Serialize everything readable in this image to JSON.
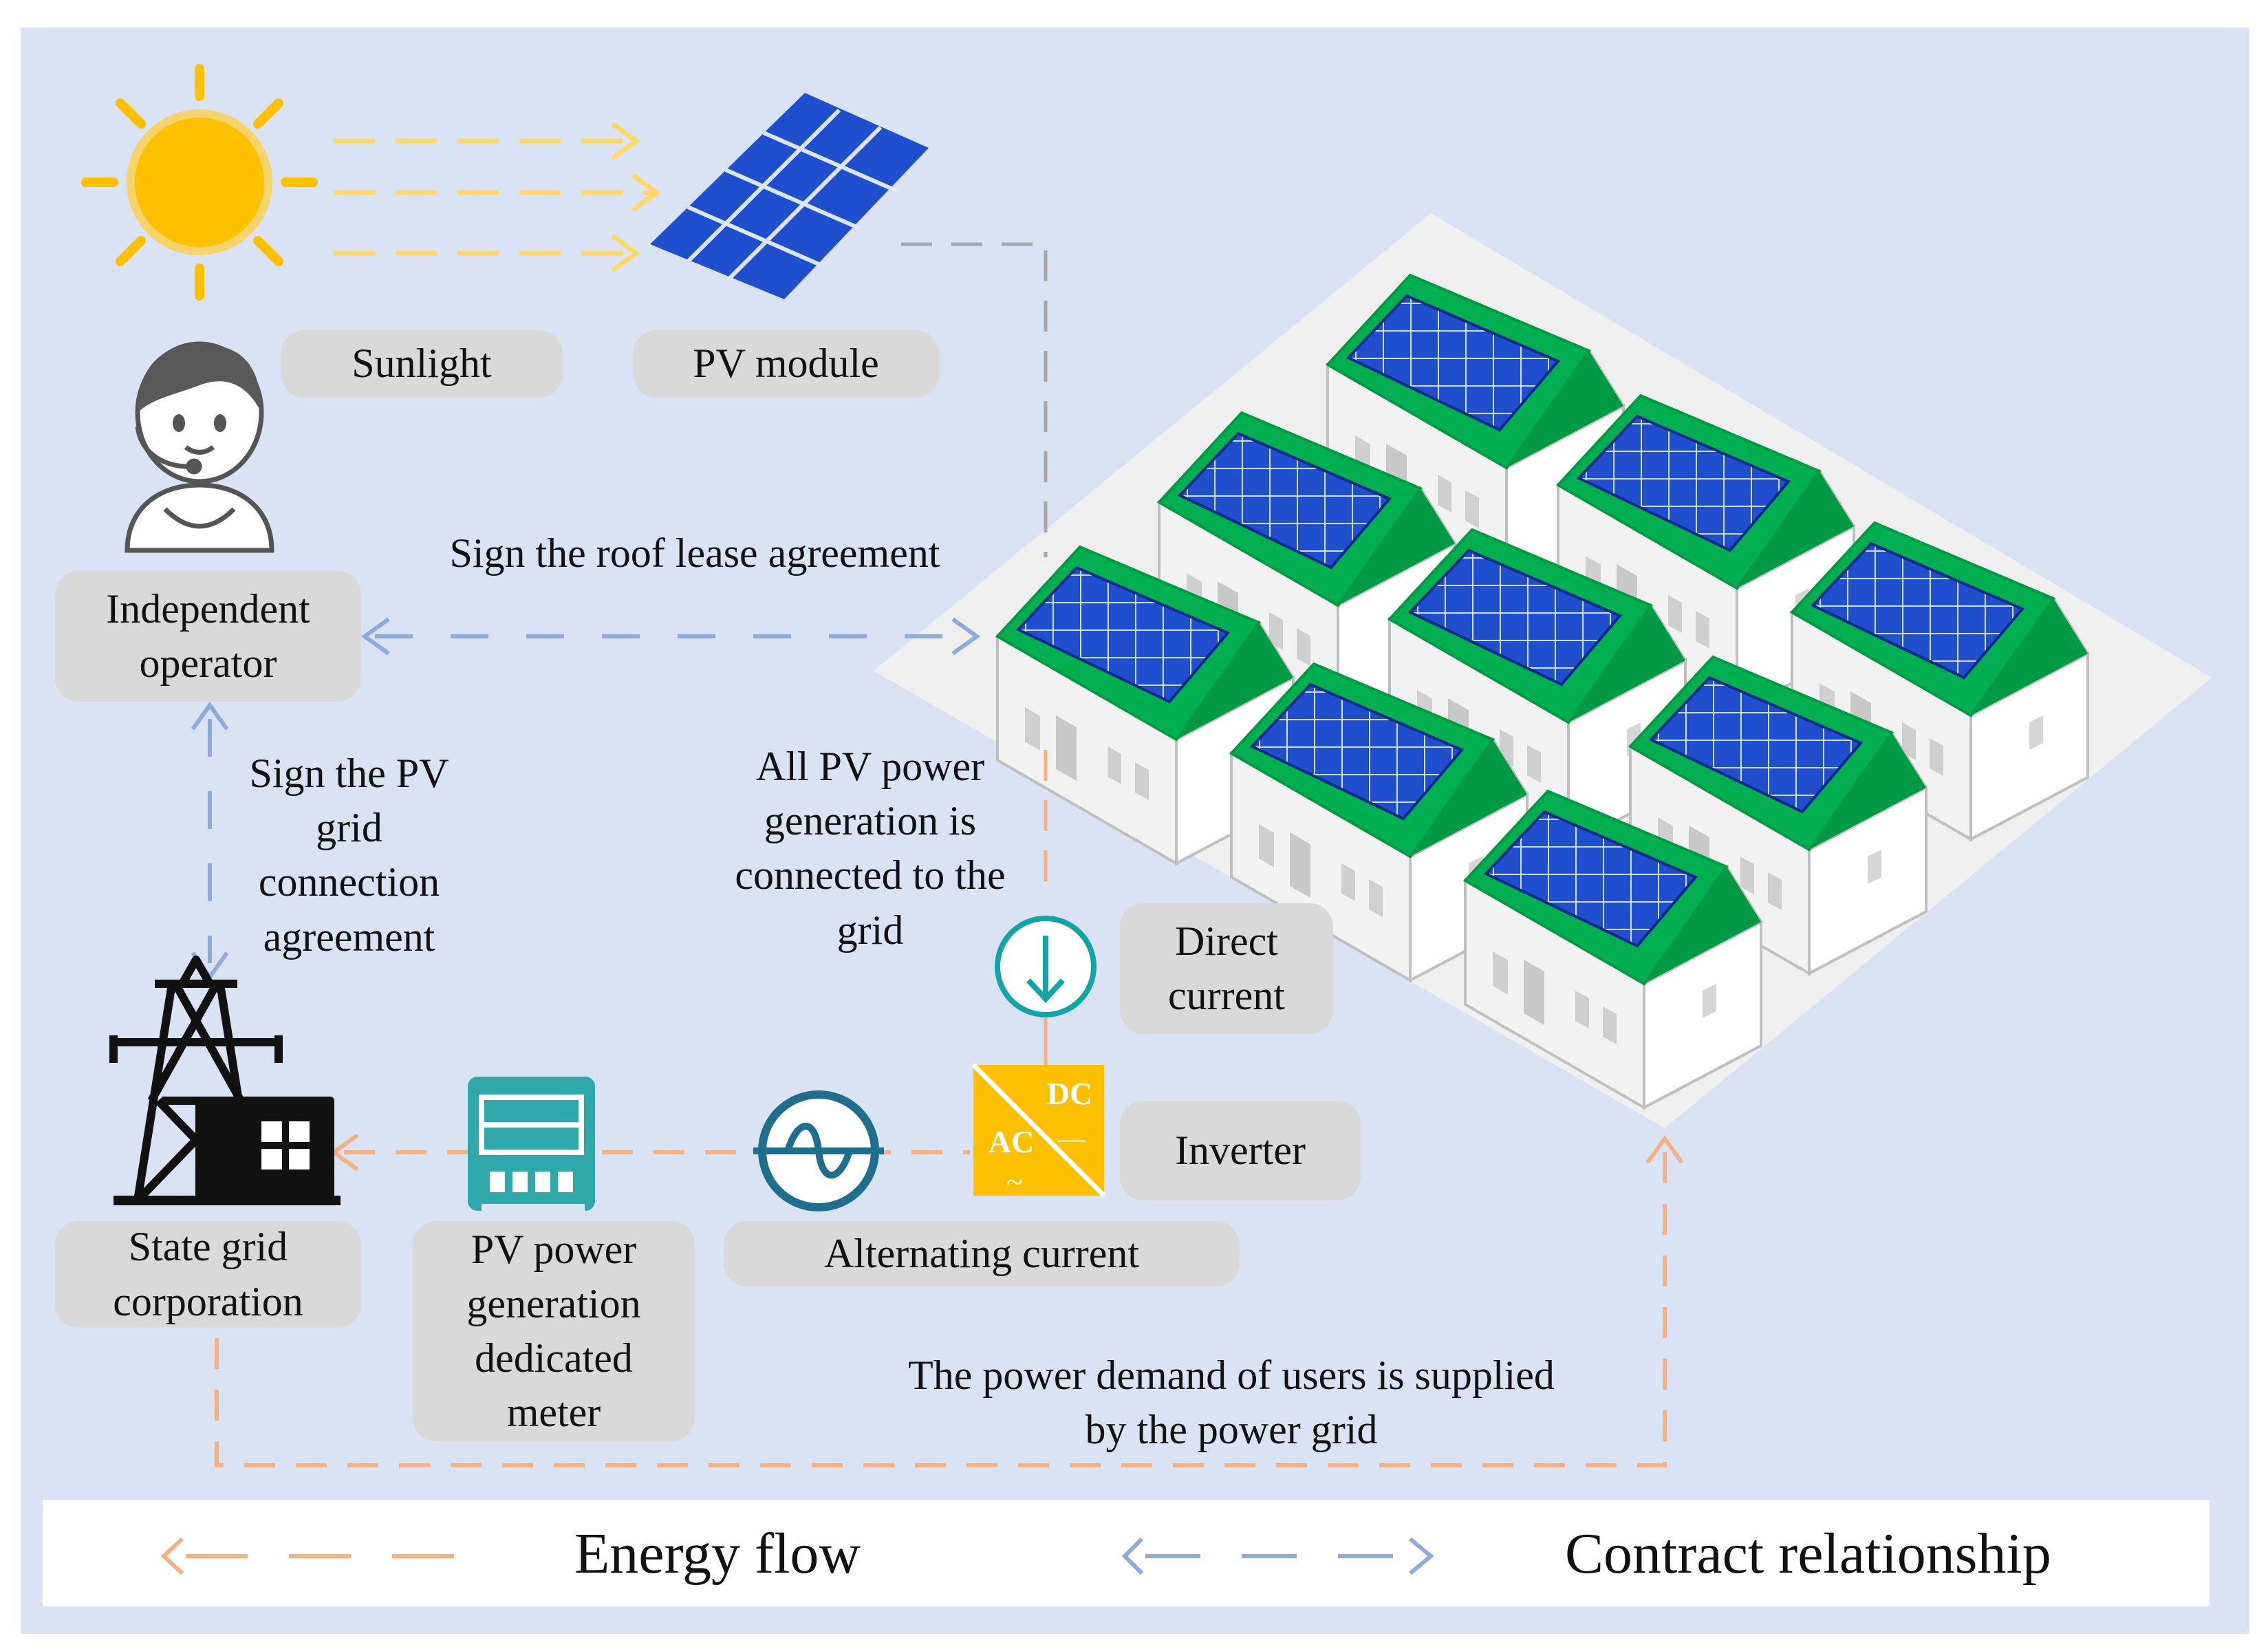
{
  "labels": {
    "sunlight": "Sunlight",
    "pv_module": "PV module",
    "independent_operator": "Independent\noperator",
    "roof_lease": "Sign the roof lease agreement",
    "pv_grid_agreement": "Sign the PV\ngrid\nconnection\nagreement",
    "all_pv_connected": "All PV power\ngeneration is\nconnected to the\ngrid",
    "direct_current": "Direct\ncurrent",
    "inverter": "Inverter",
    "inverter_dc": "DC",
    "inverter_ac": "AC",
    "inverter_dc_symbol": "—",
    "inverter_ac_symbol": "~",
    "state_grid": "State grid\ncorporation",
    "pv_meter": "PV power\ngeneration\ndedicated\nmeter",
    "alternating_current": "Alternating current",
    "power_demand": "The power demand of users is supplied\nby the power grid"
  },
  "legend": {
    "energy_flow": "Energy flow",
    "contract_relationship": "Contract relationship"
  },
  "colors": {
    "background": "#dae3f3",
    "energy_flow": "#f4b183",
    "contract": "#8faadc",
    "pv_link": "#a6a6a6",
    "sun": "#ffc000",
    "roof_green": "#00b050",
    "panel_blue": "#1f4fcf",
    "teal": "#12a5a5",
    "inverter_yellow": "#ffc000",
    "meter_teal": "#2ea8a8"
  },
  "icons": [
    "sun-icon",
    "pv-module-icon",
    "operator-icon",
    "transmission-tower-icon",
    "meter-icon",
    "ac-icon",
    "dc-icon",
    "inverter-icon",
    "houses-illustration"
  ]
}
